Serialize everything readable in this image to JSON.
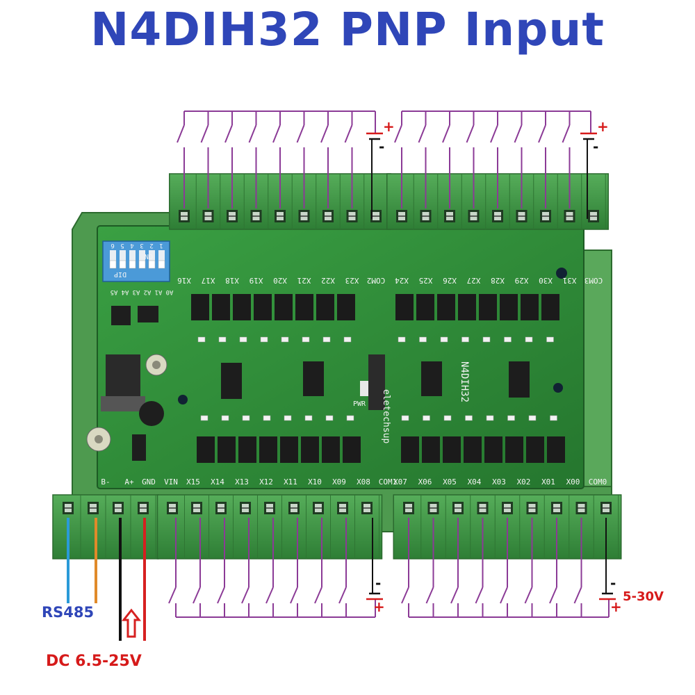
{
  "title": "N4DIH32 PNP Input",
  "board": {
    "model": "N4DIH32",
    "brand": "eletechsup",
    "pwr_label": "PWR",
    "dip_label": "DIP",
    "dip_on": "ON",
    "dip_numbers": [
      "1",
      "2",
      "3",
      "4",
      "5",
      "6"
    ],
    "address_labels": [
      "A5",
      "A4",
      "A3",
      "A2",
      "A1",
      "A0"
    ],
    "top_left_terminals": [
      "X16",
      "X17",
      "X18",
      "X19",
      "X20",
      "X21",
      "X22",
      "X23",
      "COM2"
    ],
    "top_right_terminals": [
      "X24",
      "X25",
      "X26",
      "X27",
      "X28",
      "X29",
      "X30",
      "X31",
      "COM3"
    ],
    "bottom_power_terminals": [
      "B-",
      "A+",
      "GND",
      "VIN"
    ],
    "bottom_left_terminals": [
      "X15",
      "X14",
      "X13",
      "X12",
      "X11",
      "X10",
      "X09",
      "X08",
      "COM1"
    ],
    "bottom_right_terminals": [
      "X07",
      "X06",
      "X05",
      "X04",
      "X03",
      "X02",
      "X01",
      "X00",
      "COM0"
    ]
  },
  "labels": {
    "plus": "+",
    "minus": "-",
    "rs485": "RS485",
    "dc_supply": "DC 6.5-25V",
    "input_voltage": "5-30V"
  },
  "colors": {
    "title": "#2f46b8",
    "wire_signal": "#8b3a96",
    "pcb": "#2f8f3a",
    "terminal": "#3f9a46",
    "plus_sign": "#d61a1a",
    "minus_sign": "#111111",
    "rs485_blue_wire": "#2a9ad8",
    "rs485_orange_wire": "#e08a2a",
    "power_red_wire": "#d62020"
  }
}
